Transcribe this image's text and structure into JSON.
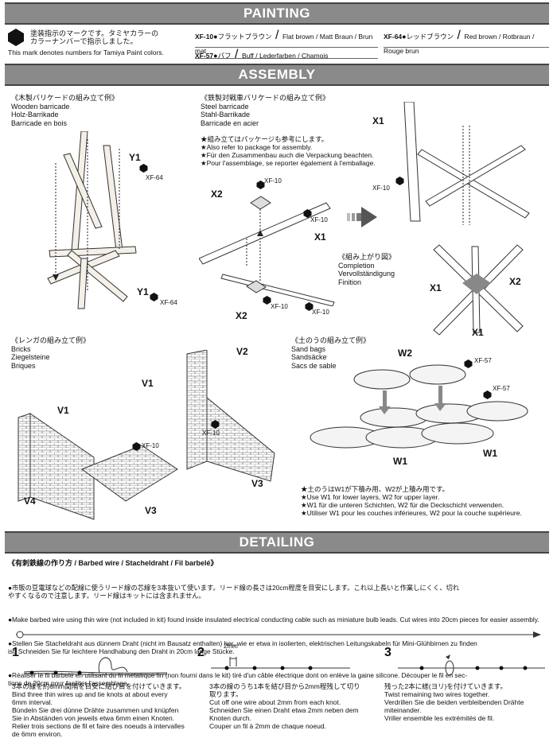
{
  "painting": {
    "title": "PAINTING",
    "intro_jp": "塗装指示のマークです。タミヤカラーの\nカラーナンバーで指示しました。",
    "intro_en": "This mark denotes numbers for Tamiya Paint colors.",
    "colors": [
      {
        "code": "XF-10",
        "jp": "フラットブラウン",
        "names": "Flat brown / Matt Braun /\nBrun mat"
      },
      {
        "code": "XF-57",
        "jp": "バフ",
        "names": "Buff / Lederfarben / Chamois"
      },
      {
        "code": "XF-64",
        "jp": "レッドブラウン",
        "names": "Red brown / Rotbraun /\nRouge brun"
      }
    ]
  },
  "assembly": {
    "title": "ASSEMBLY",
    "wooden": {
      "jp": "《木製バリケードの組み立て例》",
      "en": "Wooden barricade",
      "de": "Holz-Barrikade",
      "fr": "Barricade en bois",
      "y1": "Y1",
      "paint": "XF-64"
    },
    "steel": {
      "jp": "《鉄製対戦車バリケードの組み立て例》",
      "en": "Steel barricade",
      "de": "Stahl-Barrikade",
      "fr": "Barricade en acier",
      "notes": [
        "★組み立てはパッケージも参考にします。",
        "★Also refer to package for assembly.",
        "★Für den Zusammenbau auch die Verpackung beachten.",
        "★Pour l'assemblage, se reporter également à l'emballage."
      ],
      "x1": "X1",
      "x2": "X2",
      "paint": "XF-10"
    },
    "completion": {
      "jp": "《組み上がり図》",
      "en": "Completion",
      "de": "Vervollständigung",
      "fr": "Finition"
    },
    "bricks": {
      "jp": "《レンガの組み立て例》",
      "en": "Bricks",
      "de": "Ziegelsteine",
      "fr": "Briques",
      "v1": "V1",
      "v2": "V2",
      "v3": "V3",
      "v4": "V4",
      "paint": "XF-10"
    },
    "sandbags": {
      "jp": "《土のうの組み立て例》",
      "en": "Sand bags",
      "de": "Sandsäcke",
      "fr": "Sacs de sable",
      "w1": "W1",
      "w2": "W2",
      "paint": "XF-57",
      "notes": [
        "★土のうはW1が下積み用、W2が上積み用です。",
        "★Use W1 for lower layers, W2 for upper layer.",
        "★W1 für die unteren Schichten, W2 für die Deckschicht verwenden.",
        "★Utiliser W1 pour les couches inférieures, W2 pour la couche supérieure."
      ]
    }
  },
  "detailing": {
    "title": "DETAILING",
    "heading": "《有刺鉄線の作り方 / Barbed wire / Stacheldraht / Fil barbelé》",
    "paras": [
      "●市販の豆電球などの配線に使うリード線の芯線を3本抜いて使います。リード線の長さは20cm程度を目安にします。これ以上長いと作業しにくく、切れ\nやすくなるので注意します。リード線はキットには含まれません。",
      "●Make barbed wire using thin wire (not included in kit) found inside insulated electrical conducting cable such as miniature bulb leads. Cut wires into 20cm pieces for easier assembly.",
      "●Stellen Sie Stacheldraht aus dünnem Draht (nicht im Bausatz enthalten) her, wie er etwa in isolierten, elektrischen Leitungskabeln für Mini-Glühbirnen zu finden\nist. Schneiden Sie für leichtere Handhabung den Draht in 20cm lange Stücke.",
      "●Réaliser le fil barbelé en utilisant du fil métallique fin (non fourni dans le kit) tiré d'un câble électrique dont on enlève la gaine silicone. Découper le fil en sec-\ntions de 20cm pour faciliter l'assemblage."
    ],
    "steps": [
      {
        "num": "1",
        "text": "3本の線を約6mm間隔を目安に結び目を付けていきます。\nBind three thin wires up and tie knots at about every\n6mm interval.\nBündeln Sie drei dünne Drähte zusammen und knüpfen\nSie in Abständen von jeweils etwa 6mm einen Knoten.\nRelier trois sections de fil et faire des noeuds à intervalles\nde 6mm environ."
      },
      {
        "num": "2",
        "dim": "2mm",
        "text": "3本の線のうち1本を結び目から2mm程残して切り\n取ります。\nCut off one wire about 2mm from each knot.\nSchneiden Sie einen Draht etwa 2mm neben dem\nKnoten durch.\nCouper un fil à 2mm de chaque noeud."
      },
      {
        "num": "3",
        "text": "残った2本に縒(ヨリ)を付けていきます。\nTwist remaining two wires together.\nVerdrillen Sie die beiden verbleibenden Drähte\nmiteinander.\nVriller ensemble les extrémités de fil."
      }
    ]
  }
}
